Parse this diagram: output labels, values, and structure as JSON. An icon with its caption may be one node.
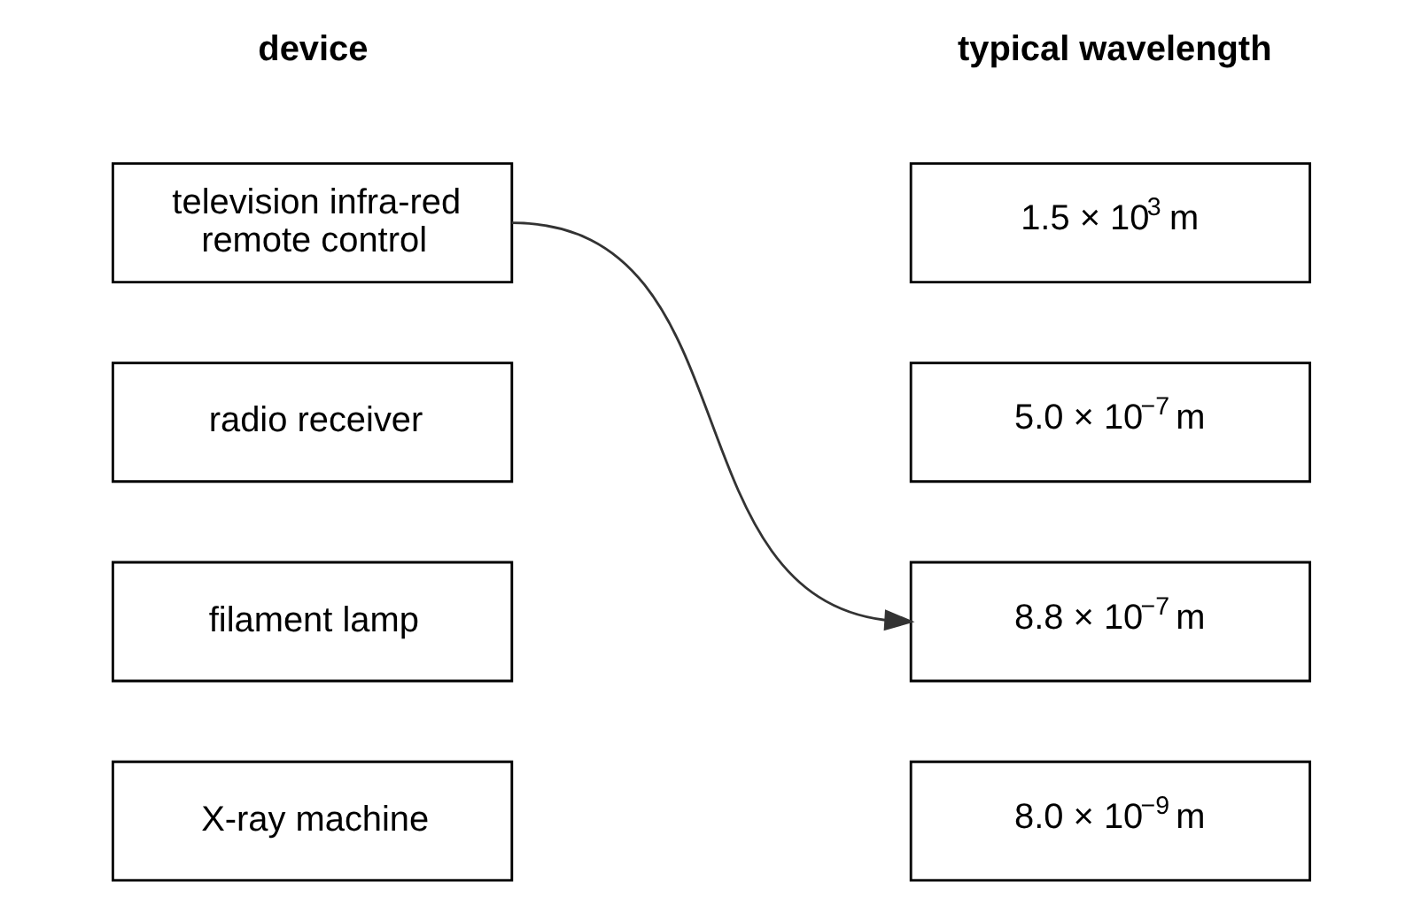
{
  "diagram": {
    "nodes": [
      {
        "text": [
          "television infra-red remote control"
        ]
      },
      {
        "text": [
          "radio receiver"
        ]
      },
      {
        "text": [
          "filament lamp"
        ]
      },
      {
        "text": [
          "X-ray machine"
        ]
      },
      {
        "text": [
          "1.5 × 10$^{3}$ m"
        ]
      },
      {
        "text": [
          "5.0 × 10$^{−7}$ m"
        ]
      },
      {
        "text": [
          "8.8 × 10$^{−7}$ m"
        ]
      },
      {
        "text": [
          "8.0 × 10$^{−9}$ m"
        ]
      }
    ],
    "edges": [
      {
        "from": 0,
        "to": 6,
        "arrow": "to"
      }
    ],
    "labels": [
      "device",
      "typical wavelength"
    ]
  }
}
